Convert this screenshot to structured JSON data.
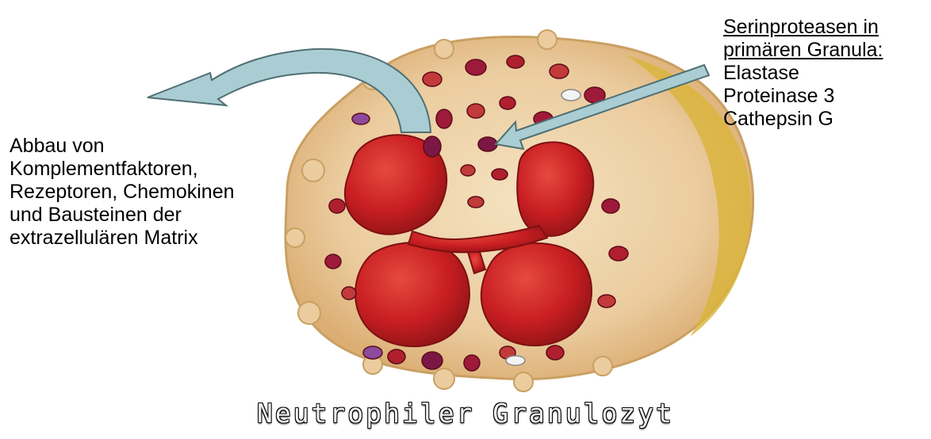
{
  "left_label": {
    "lines": [
      "Abbau von",
      "Komplementfaktoren,",
      "Rezeptoren, Chemokinen",
      "und Bausteinen der",
      "extrazellulären Matrix"
    ]
  },
  "right_label": {
    "heading_lines": [
      "Serinproteasen in",
      "primären Granula:"
    ],
    "items": [
      "Elastase",
      "Proteinase 3",
      "Cathepsin G"
    ]
  },
  "caption": "Neutrophiler Granulozyt",
  "colors": {
    "arrow_fill": "#a9cdd3",
    "arrow_stroke": "#4f6f73",
    "cytoplasm": "#e9c79a",
    "nucleus": "#c81e22",
    "granule": "#9e1a3a",
    "membrane_edge": "#d9b43a"
  }
}
